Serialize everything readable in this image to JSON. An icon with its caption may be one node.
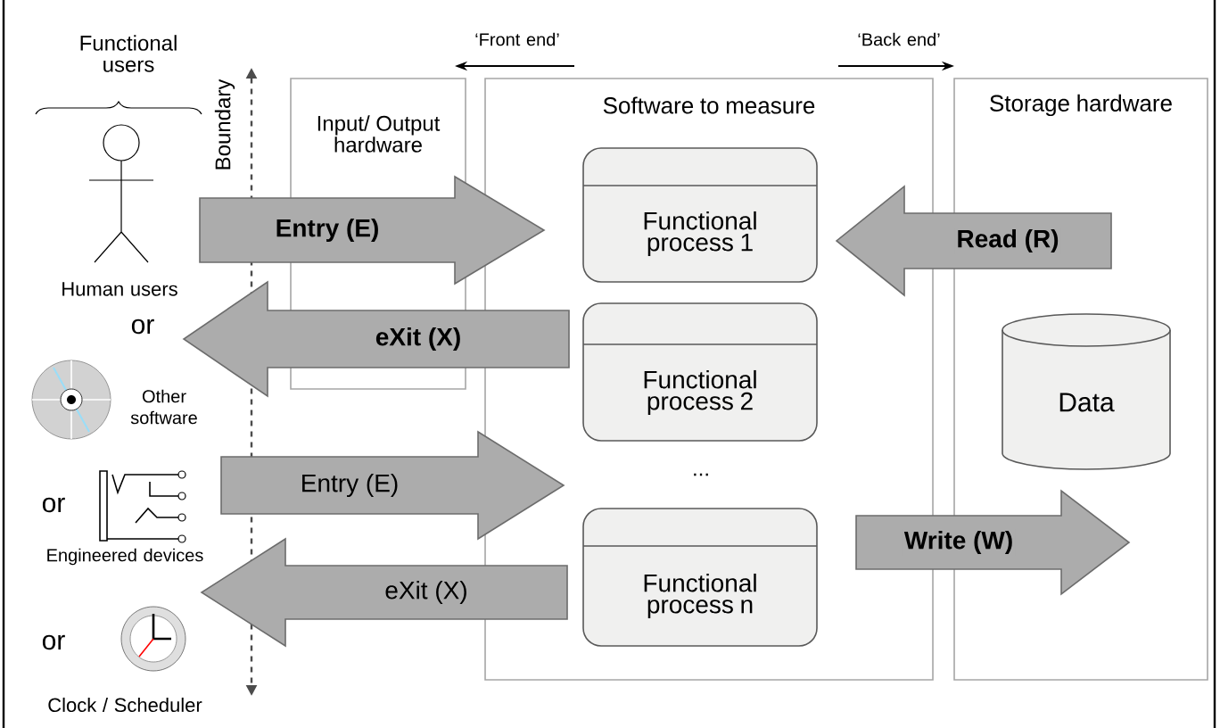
{
  "diagram": {
    "nodes": [
      {
        "text": [
          "Input/ Output hardware"
        ]
      },
      {
        "text": [
          "Software to measure"
        ]
      },
      {
        "text": [
          "Functional process 1"
        ],
        "in": 1
      },
      {
        "text": [
          "Functional process 2"
        ],
        "in": 1
      },
      {
        "text": [
          "Functional process n"
        ],
        "in": 1
      },
      {
        "text": [
          "Storage hardware"
        ]
      },
      {
        "text": [
          "Data"
        ],
        "in": 5
      }
    ],
    "edges": [
      {
        "from": null,
        "to": 2,
        "arrow": "to",
        "label": "Entry (E)"
      },
      {
        "from": 3,
        "to": null,
        "arrow": "to",
        "label": "eXit (X)"
      },
      {
        "from": null,
        "to": 4,
        "arrow": "to",
        "label": "Entry (E)"
      },
      {
        "from": 4,
        "to": null,
        "arrow": "to",
        "label": "eXit (X)"
      },
      {
        "from": 6,
        "to": 2,
        "arrow": "to",
        "label": "Read (R)"
      },
      {
        "from": 4,
        "to": 6,
        "arrow": "to",
        "label": "Write (W)"
      }
    ],
    "labels": [
      "Functional users",
      "‘Front end’",
      "‘Back end’",
      "Boundary",
      "Human users",
      "or",
      "Other software",
      "or",
      "Engineered devices",
      "...",
      "or",
      "Clock / Scheduler"
    ]
  }
}
